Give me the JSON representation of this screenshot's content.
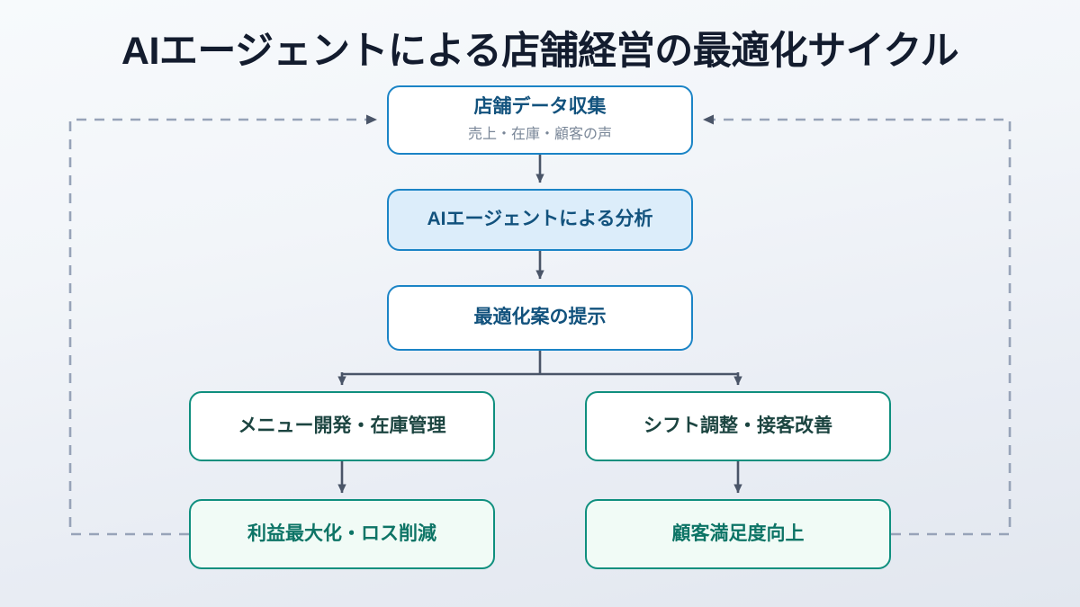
{
  "page": {
    "title": "AIエージェントによる店舗経営の最適化サイクル"
  },
  "colors": {
    "title_text": "#131c2e",
    "blue_border": "#1b84c6",
    "blue_text": "#12527d",
    "blue_fill": "#dcedfa",
    "teal_border": "#0f8f7e",
    "teal_text": "#1b4440",
    "teal_fill": "#f1fbf6",
    "arrow": "#4a5568",
    "dashed_line": "#97a3b8",
    "background_top": "#f7fafc",
    "background_bottom": "#e2e7ef"
  },
  "nodes": [
    {
      "id": "data-collection",
      "label": "店舗データ収集",
      "sub": "売上・在庫・顧客の声",
      "style": "blue"
    },
    {
      "id": "ai-analysis",
      "label": "AIエージェントによる分析",
      "sub": "",
      "style": "blue-fill"
    },
    {
      "id": "optimization-proposal",
      "label": "最適化案の提示",
      "sub": "",
      "style": "blue"
    },
    {
      "id": "menu-inventory",
      "label": "メニュー開発・在庫管理",
      "sub": "",
      "style": "teal"
    },
    {
      "id": "shift-service",
      "label": "シフト調整・接客改善",
      "sub": "",
      "style": "teal"
    },
    {
      "id": "profit-loss",
      "label": "利益最大化・ロス削減",
      "sub": "",
      "style": "teal-fill"
    },
    {
      "id": "customer-satisfaction",
      "label": "顧客満足度向上",
      "sub": "",
      "style": "teal-fill"
    }
  ],
  "connectors": [
    {
      "id": "data-to-analysis",
      "kind": "solid-arrow-down"
    },
    {
      "id": "analysis-to-proposal",
      "kind": "solid-arrow-down"
    },
    {
      "id": "proposal-branch-left",
      "kind": "solid-arrow-down"
    },
    {
      "id": "proposal-branch-right",
      "kind": "solid-arrow-down"
    },
    {
      "id": "menu-to-profit",
      "kind": "solid-arrow-down"
    },
    {
      "id": "shift-to-satisfaction",
      "kind": "solid-arrow-down"
    },
    {
      "id": "profit-feedback-loop",
      "kind": "dashed-arrow-to-data-collection"
    },
    {
      "id": "satisfaction-feedback-loop",
      "kind": "dashed-arrow-to-data-collection"
    }
  ]
}
